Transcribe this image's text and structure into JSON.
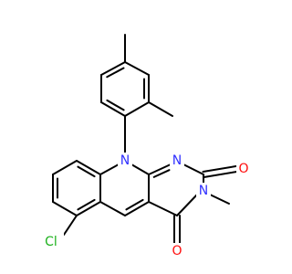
{
  "molecule": {
    "atoms": [
      {
        "id": "cl",
        "label": "Cl",
        "color": "#1db11d"
      },
      {
        "id": "n_ring",
        "label": "N",
        "color": "#3131ff"
      },
      {
        "id": "n_imine",
        "label": "N",
        "color": "#3131ff"
      },
      {
        "id": "n_methyl",
        "label": "N",
        "color": "#3131ff"
      },
      {
        "id": "o_top",
        "label": "O",
        "color": "#ff0d0d"
      },
      {
        "id": "o_bottom",
        "label": "O",
        "color": "#ff0d0d"
      }
    ],
    "bond_color": "#000000"
  }
}
